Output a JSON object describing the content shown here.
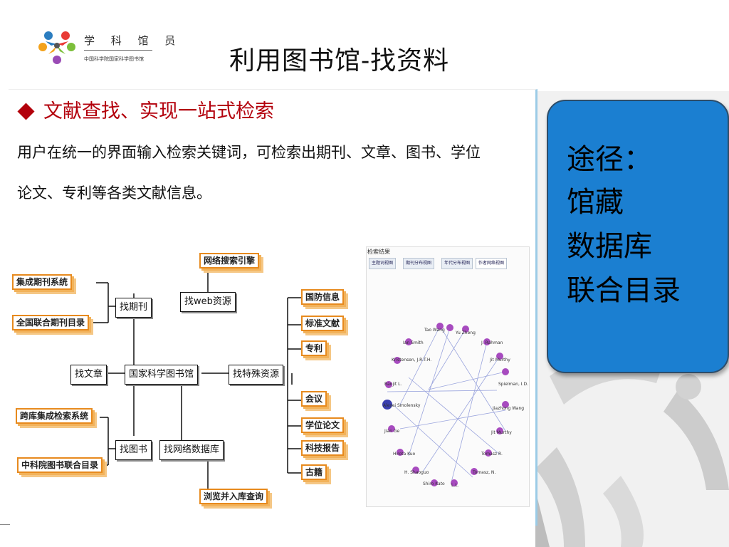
{
  "header": {
    "brand_name": "学 科 馆 员",
    "brand_subtitle": "中国科学院国家科学图书馆",
    "slide_title": "利用图书馆-找资料"
  },
  "content": {
    "heading": "文献查找、实现一站式检索",
    "paragraph_line1": "用户在统一的界面输入检索关键词，可检索出期刊、文章、图书、学位",
    "paragraph_line2": "论文、专利等各类文献信息。"
  },
  "mindmap": {
    "center": "国家科学图书馆",
    "find_journal": "找期刊",
    "find_article": "找文章",
    "find_book": "找图书",
    "find_web": "找web资源",
    "find_special": "找特殊资源",
    "find_network_db": "找网络数据库",
    "journal_system": "集成期刊系统",
    "union_journal_catalog": "全国联合期刊目录",
    "integrated_retrieval": "跨库集成检索系统",
    "book_union_catalog": "中科院图书联合目录",
    "web_engine": "网络搜索引擎",
    "browse_portal": "浏览并入库查询",
    "defense_info": "国防信息",
    "standards": "标准文献",
    "patent": "专利",
    "conference": "会议",
    "thesis": "学位论文",
    "tech_report": "科技报告",
    "ancient_books": "古籍"
  },
  "network_view": {
    "window_title": "检索结果",
    "tabs": [
      "主题词视图",
      "期刊分布视图",
      "年代分布视图",
      "作者网络视图"
    ],
    "authors": [
      "Tao Wang",
      "Yu Zheng",
      "Ian Smith",
      "J. Rahman",
      "Kristensen, J.R.T.H.",
      "Jit Murthy",
      "Ranjit L.",
      "Spielman, I.D.",
      "Alexei Smolensky",
      "Jiazhong Wang",
      "Jian Ge",
      "Jit Murthy",
      "Hirota Kuo",
      "Tomasz R.",
      "H. Shaoguo",
      "Tomasz, N.",
      "Shiro Kato",
      "L.L."
    ],
    "node_color": "#a74bbf",
    "highlight_color": "#3b3fb0"
  },
  "callout": {
    "line1": "途径：",
    "line2": "馆藏",
    "line3": "数据库",
    "line4": "联合目录",
    "bg_color": "#1b7fd1"
  },
  "colors": {
    "heading_red": "#b3000c",
    "node_orange": "#e78a1e"
  }
}
